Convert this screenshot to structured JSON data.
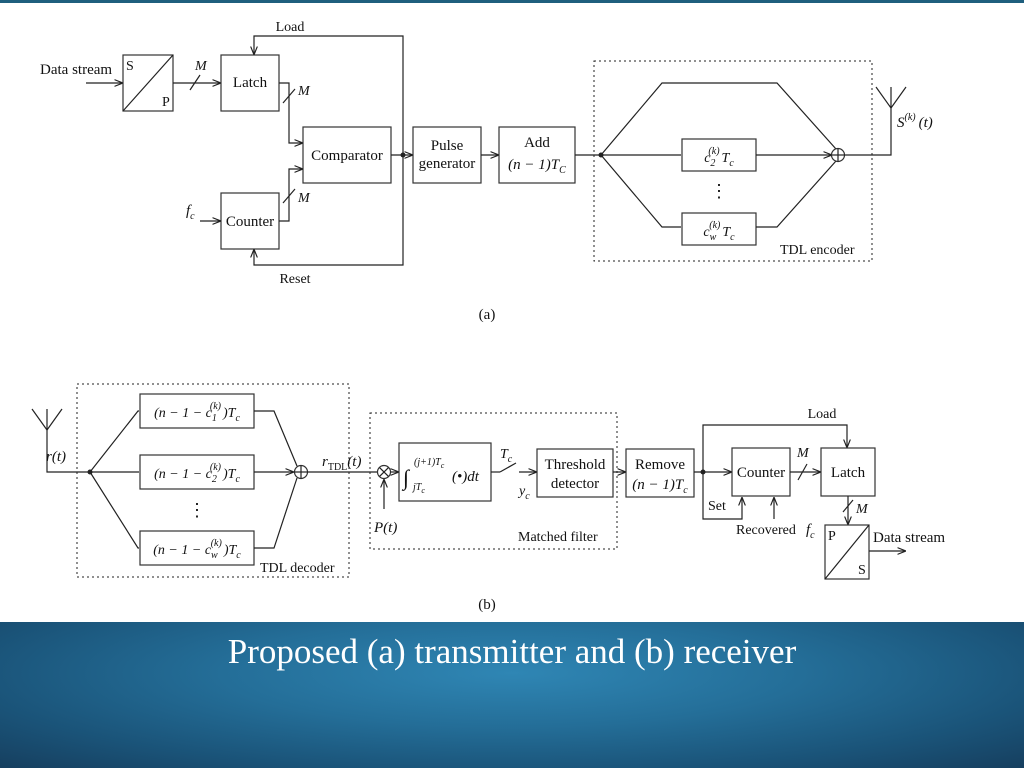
{
  "slide": {
    "caption": "Proposed (a) transmitter and (b) receiver",
    "colors": {
      "caption_bg": "#236c96",
      "caption_text": "#ffffff",
      "top_border": "#1f5f7e"
    }
  },
  "transmitter": {
    "label": "(a)",
    "data_stream": "Data stream",
    "sp_s": "S",
    "sp_p": "P",
    "bus_m": "M",
    "load": "Load",
    "latch": "Latch",
    "comparator": "Comparator",
    "fc": "f",
    "fc_sub": "c",
    "counter": "Counter",
    "reset": "Reset",
    "pulse1": "Pulse",
    "pulse2": "generator",
    "add1": "Add",
    "add2_a": "(n − 1)T",
    "add2_sub": "C",
    "enc_c": "c",
    "enc_sup": "(k)",
    "enc_sub2": "2",
    "enc_subw": "w",
    "enc_T": "T",
    "enc_Tsub": "c",
    "dots": "⋮",
    "tdl_encoder": "TDL encoder",
    "output_s": "S",
    "output_sup": "(k)",
    "output_t": "(t)"
  },
  "receiver": {
    "label": "(b)",
    "r_t": "r(t)",
    "dec_pre": "(n − 1 − c",
    "dec_sup": "(k)",
    "dec_sub1": "1",
    "dec_sub2": "2",
    "dec_subw": "w",
    "dec_post": ")T",
    "dec_Tsub": "c",
    "dots": "⋮",
    "tdl_decoder": "TDL decoder",
    "r_tdl": "r",
    "r_tdl_sub": "TDL",
    "r_tdl_t": "(t)",
    "p_t": "P(t)",
    "integral_text": "(•)dt",
    "integral_upper": "(j+1)T",
    "integral_upper_sub": "c",
    "integral_lower": "jT",
    "integral_lower_sub": "c",
    "tc": "T",
    "tc_sub": "c",
    "yc": "y",
    "yc_sub": "c",
    "threshold1": "Threshold",
    "threshold2": "detector",
    "matched_filter": "Matched filter",
    "remove1": "Remove",
    "remove2": "(n − 1)T",
    "remove2_sub": "c",
    "counter": "Counter",
    "latch": "Latch",
    "load": "Load",
    "bus_m": "M",
    "set": "Set",
    "recovered": "Recovered",
    "fc": "f",
    "fc_sub": "c",
    "ps_p": "P",
    "ps_s": "S",
    "data_stream": "Data stream"
  }
}
